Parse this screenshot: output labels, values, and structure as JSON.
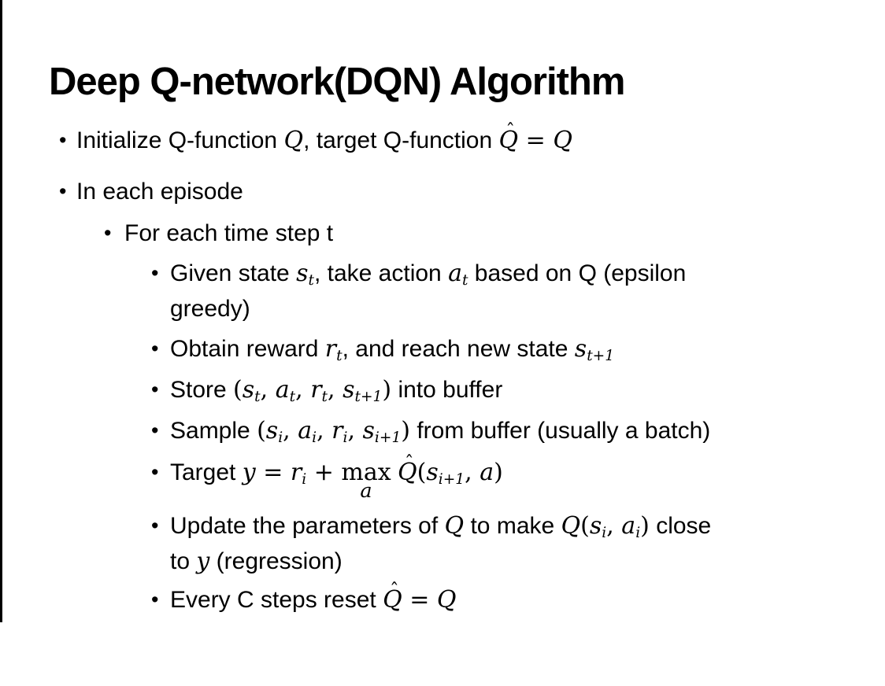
{
  "slide": {
    "title": "Deep Q-network(DQN) Algorithm",
    "bullet_char": "•",
    "hat_char": "ˆ",
    "colors": {
      "background": "#ffffff",
      "text": "#000000",
      "border": "#000000"
    },
    "bullets": [
      {
        "level": 1,
        "segments": [
          {
            "w": "Initialize Q-function "
          },
          {
            "m": "Q"
          },
          {
            "w": ", target Q-function "
          },
          {
            "m": "Q",
            "hat": true
          },
          {
            "mu": " = "
          },
          {
            "m": "Q"
          }
        ]
      },
      {
        "level": 1,
        "segments": [
          {
            "w": "In each episode"
          }
        ]
      },
      {
        "level": 2,
        "segments": [
          {
            "w": "For each time step t"
          }
        ]
      },
      {
        "level": 3,
        "segments": [
          {
            "w": "Given state "
          },
          {
            "m": "s",
            "sub": "t"
          },
          {
            "w": ", take action "
          },
          {
            "m": "a",
            "sub": "t"
          },
          {
            "w": " based on Q (epsilon"
          },
          {
            "br": true
          },
          {
            "w": "greedy)"
          }
        ]
      },
      {
        "level": 3,
        "segments": [
          {
            "w": "Obtain reward "
          },
          {
            "m": "r",
            "sub": "t"
          },
          {
            "w": ", and reach new state "
          },
          {
            "m": "s",
            "sub": "t+1"
          }
        ]
      },
      {
        "level": 3,
        "segments": [
          {
            "w": "Store "
          },
          {
            "mu": "("
          },
          {
            "m": "s",
            "sub": "t"
          },
          {
            "mu": ", "
          },
          {
            "m": "a",
            "sub": "t"
          },
          {
            "mu": ", "
          },
          {
            "m": "r",
            "sub": "t"
          },
          {
            "mu": ", "
          },
          {
            "m": "s",
            "sub": "t+1"
          },
          {
            "mu": ")"
          },
          {
            "w": " into buffer"
          }
        ]
      },
      {
        "level": 3,
        "segments": [
          {
            "w": "Sample "
          },
          {
            "mu": "("
          },
          {
            "m": "s",
            "sub": "i"
          },
          {
            "mu": ", "
          },
          {
            "m": "a",
            "sub": "i"
          },
          {
            "mu": ", "
          },
          {
            "m": "r",
            "sub": "i"
          },
          {
            "mu": ", "
          },
          {
            "m": "s",
            "sub": "i+1"
          },
          {
            "mu": ")"
          },
          {
            "w": " from buffer (usually a batch)"
          }
        ]
      },
      {
        "level": 3,
        "segments": [
          {
            "w": "Target "
          },
          {
            "m": "y"
          },
          {
            "mu": " = "
          },
          {
            "m": "r",
            "sub": "i"
          },
          {
            "mu": " + "
          },
          {
            "max": {
              "op": "max",
              "under": "a"
            }
          },
          {
            "w": " "
          },
          {
            "m": "Q",
            "hat": true
          },
          {
            "mu": "("
          },
          {
            "m": "s",
            "sub": "i+1"
          },
          {
            "mu": ", "
          },
          {
            "m": "a"
          },
          {
            "mu": ")"
          }
        ]
      },
      {
        "level": 3,
        "segments": [
          {
            "w": "Update the parameters of "
          },
          {
            "m": "Q"
          },
          {
            "w": " to make "
          },
          {
            "m": "Q"
          },
          {
            "mu": "("
          },
          {
            "m": "s",
            "sub": "i"
          },
          {
            "mu": ", "
          },
          {
            "m": "a",
            "sub": "i"
          },
          {
            "mu": ")"
          },
          {
            "w": " close"
          },
          {
            "br": true
          },
          {
            "w": "to "
          },
          {
            "m": "y"
          },
          {
            "w": " (regression)"
          }
        ]
      },
      {
        "level": 3,
        "segments": [
          {
            "w": "Every C steps reset "
          },
          {
            "m": "Q",
            "hat": true
          },
          {
            "mu": " = "
          },
          {
            "m": "Q"
          }
        ]
      }
    ]
  }
}
